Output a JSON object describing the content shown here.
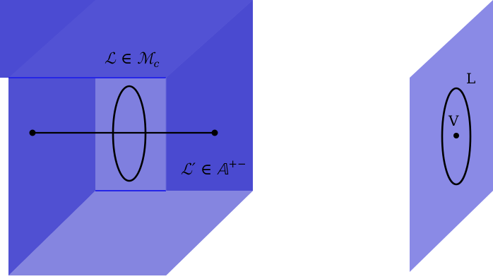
{
  "figure": {
    "left": {
      "label_top": "ℒ ∈ ℳ",
      "label_top_sub": "c",
      "label_right": "ℒ′ ∈ 𝔸",
      "label_right_sup": "+−"
    },
    "right": {
      "label_loop": "L",
      "label_point": "V"
    }
  },
  "colors": {
    "cube_face_dark": "#4b4bd2",
    "cube_face_light": "#8080e0",
    "cube_edge": "#2626e6",
    "plane": "#8a8ae6",
    "ink": "#000000"
  }
}
